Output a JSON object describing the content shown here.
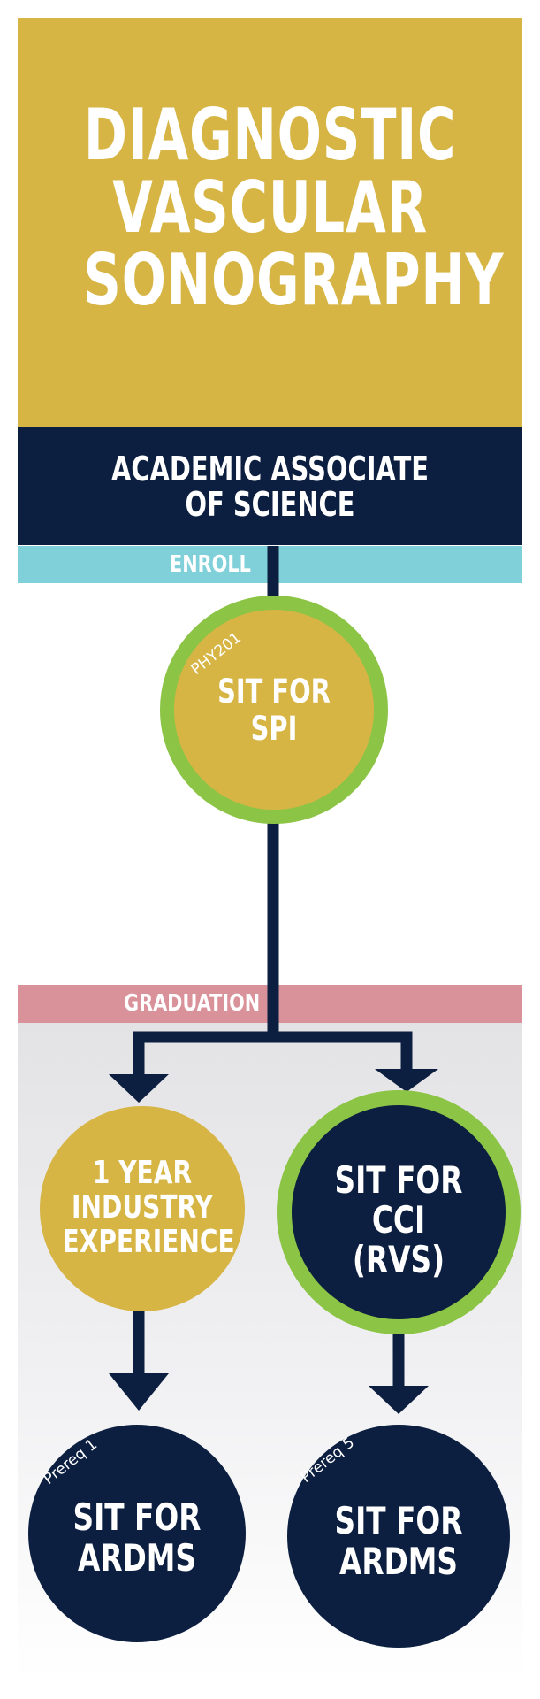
{
  "title": [
    "DIAGNOSTIC",
    "VASCULAR",
    "SONOGRAPHY"
  ],
  "degree": [
    "ACADEMIC ASSOCIATE",
    "OF SCIENCE"
  ],
  "enroll_label": "ENROLL",
  "graduation_label": "GRADUATION",
  "nodes": {
    "spi": {
      "tag": "PHY201",
      "lines": [
        "SIT FOR",
        "SPI"
      ]
    },
    "experience": {
      "lines": [
        "1 YEAR",
        "INDUSTRY",
        "EXPERIENCE"
      ]
    },
    "cci": {
      "lines": [
        "SIT FOR",
        "CCI",
        "(RVS)"
      ]
    },
    "ardms_left": {
      "tag": "Prereq 1",
      "lines": [
        "SIT FOR",
        "ARDMS"
      ]
    },
    "ardms_right": {
      "tag": "Prereq 5",
      "lines": [
        "SIT FOR",
        "ARDMS"
      ]
    }
  },
  "colors": {
    "gold": "#d6b545",
    "navy": "#0c1f40",
    "green_ring": "#8cc445",
    "enroll_band": "#7fd0d8",
    "graduation_band": "#d9929a"
  }
}
